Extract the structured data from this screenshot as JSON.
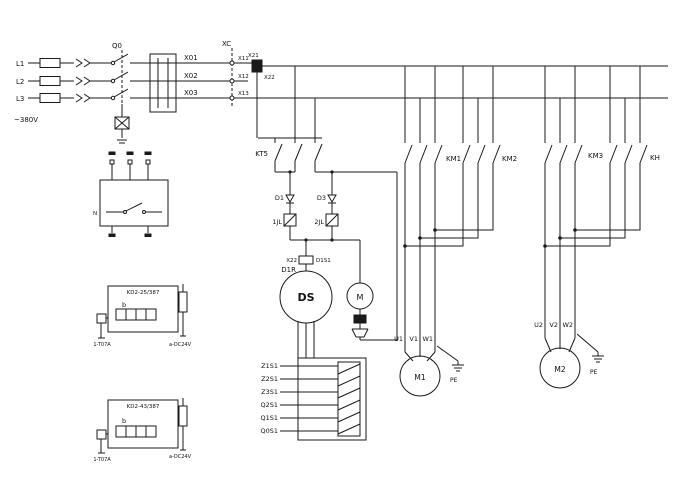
{
  "power": {
    "l1": "L1",
    "l2": "L2",
    "l3": "L3",
    "voltage": "~380V",
    "q0": "Q0",
    "xc": "XC",
    "x01": "X01",
    "x02": "X02",
    "x03": "X03",
    "x11": "X11",
    "x12": "X12",
    "x13": "X13",
    "x21": "X21",
    "x22": "X22"
  },
  "control": {
    "kt5": "KT5",
    "d1": "D1",
    "d3": "D3",
    "jl1": "1JL",
    "jl2": "2JL",
    "d1r": "D1R",
    "x22_tap": "X22",
    "d1s1": "D1S1",
    "ds": "DS",
    "m": "M"
  },
  "winding_terminals": [
    "Z1S1",
    "Z2S1",
    "Z3S1",
    "Q2S1",
    "Q1S1",
    "Q0S1"
  ],
  "contactors": {
    "km1": "KM1",
    "km2": "KM2",
    "km3": "KM3",
    "kh": "KH"
  },
  "motor1": {
    "name": "M1",
    "u": "U1",
    "v": "V1",
    "w": "W1",
    "pe": "PE"
  },
  "motor2": {
    "name": "M2",
    "u": "U2",
    "v": "V2",
    "w": "W2",
    "pe": "PE"
  },
  "relay_block": {
    "n": "N"
  },
  "module1": {
    "title": "KD2-25/387",
    "b": "b",
    "bottom_left": "1-T07A",
    "bottom_right": "a-DC24V"
  },
  "module2": {
    "title": "KD2-43/387",
    "b": "b",
    "bottom_left": "1-T07A",
    "bottom_right": "a-DC24V"
  },
  "colors": {
    "wire": "#1a1a1a",
    "module_text": "#2f6b2f",
    "background": "#ffffff"
  }
}
